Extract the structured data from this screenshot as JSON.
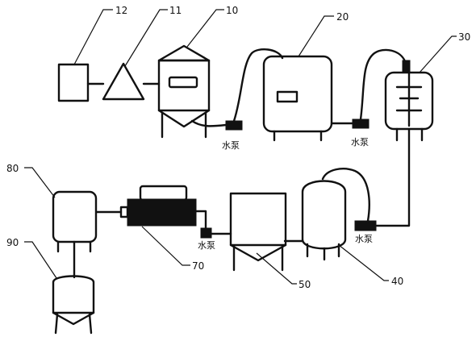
{
  "labels": {
    "n12": "12",
    "n11": "11",
    "n10": "10",
    "n20": "20",
    "n30": "30",
    "n80": "80",
    "n70": "70",
    "n50": "50",
    "n40": "40",
    "n90": "90"
  },
  "pump_label": "水泵",
  "colors": {
    "ink": "#111111",
    "background": "#ffffff"
  }
}
